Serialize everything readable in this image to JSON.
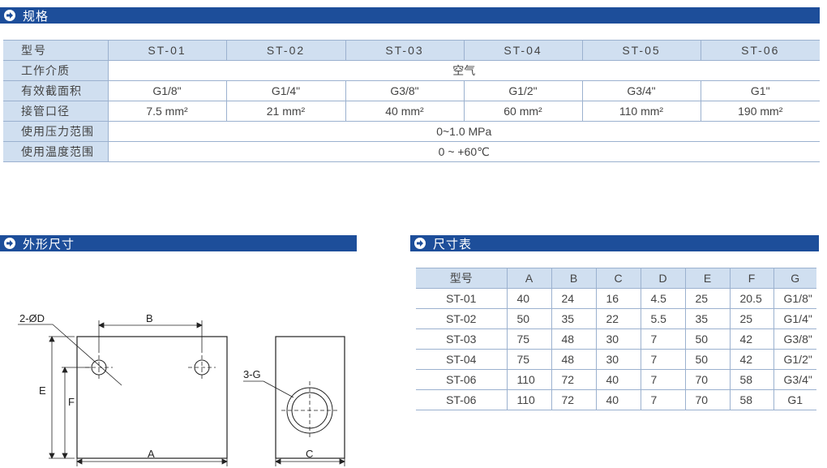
{
  "sections": {
    "spec_title": "规格",
    "outline_title": "外形尺寸",
    "dims_title": "尺寸表"
  },
  "spec": {
    "model_label": "型号",
    "models": [
      "ST-01",
      "ST-02",
      "ST-03",
      "ST-04",
      "ST-05",
      "ST-06"
    ],
    "medium_label": "工作介质",
    "medium": "空气",
    "area_label": "有效截面积",
    "area": [
      "G1/8\"",
      "G1/4\"",
      "G3/8\"",
      "G1/2\"",
      "G3/4\"",
      "G1\""
    ],
    "port_label": "接管口径",
    "port": [
      "7.5 mm²",
      "21 mm²",
      "40 mm²",
      "60 mm²",
      "110 mm²",
      "190 mm²"
    ],
    "pressure_label": "使用压力范围",
    "pressure": "0~1.0 MPa",
    "temp_label": "使用温度范围",
    "temp": "0 ~ +60℃"
  },
  "drawing": {
    "hole_label": "2-ØD",
    "label_b": "B",
    "label_e": "E",
    "label_f": "F",
    "label_a": "A",
    "port_label": "3-G",
    "label_c": "C"
  },
  "dims_table": {
    "headers": [
      "型号",
      "A",
      "B",
      "C",
      "D",
      "E",
      "F",
      "G"
    ],
    "rows": [
      [
        "ST-01",
        "40",
        "24",
        "16",
        "4.5",
        "25",
        "20.5",
        "G1/8\""
      ],
      [
        "ST-02",
        "50",
        "35",
        "22",
        "5.5",
        "35",
        "25",
        "G1/4\""
      ],
      [
        "ST-03",
        "75",
        "48",
        "30",
        "7",
        "50",
        "42",
        "G3/8\""
      ],
      [
        "ST-04",
        "75",
        "48",
        "30",
        "7",
        "50",
        "42",
        "G1/2\""
      ],
      [
        "ST-06",
        "110",
        "72",
        "40",
        "7",
        "70",
        "58",
        "G3/4\""
      ],
      [
        "ST-06",
        "110",
        "72",
        "40",
        "7",
        "70",
        "58",
        "G1"
      ]
    ]
  },
  "colors": {
    "bar": "#1d4e9a",
    "header_cell": "#d0dff0",
    "rule": "#9bb1cf"
  }
}
